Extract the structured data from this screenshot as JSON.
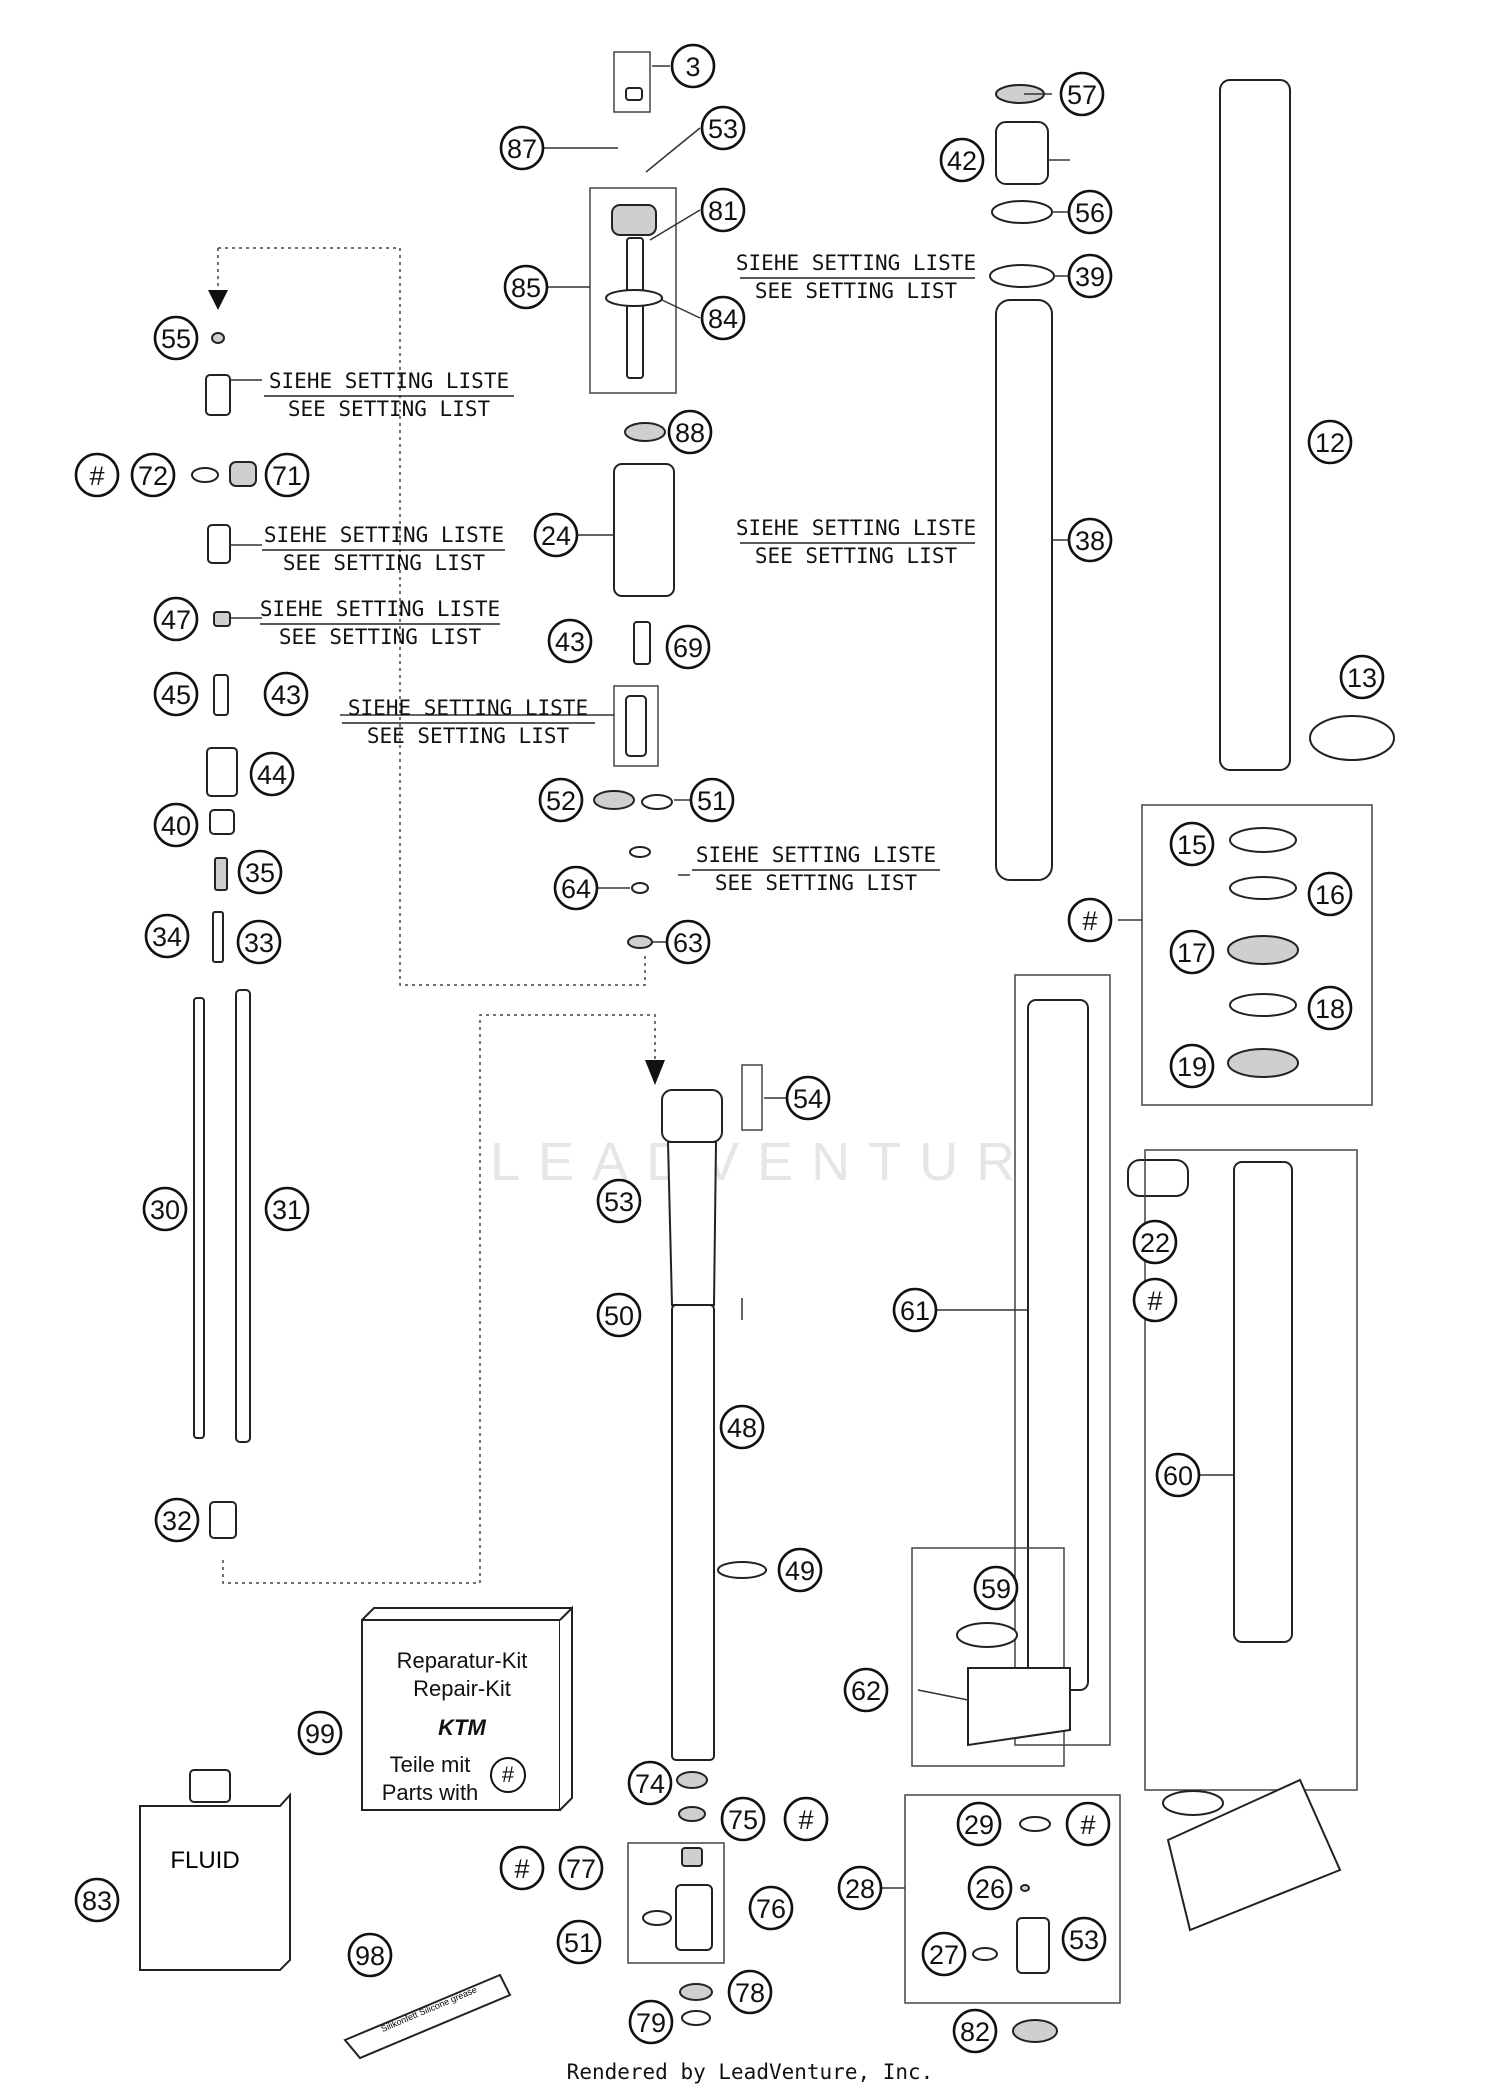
{
  "setting_note": {
    "line_de": "SIEHE SETTING LISTE",
    "line_en": "SEE SETTING LIST"
  },
  "repair_kit": {
    "title_de": "Reparatur-Kit",
    "title_en": "Repair-Kit",
    "logo_text": "KTM",
    "parts_de": "Teile mit",
    "parts_en": "Parts with",
    "mark": "#"
  },
  "fluid_label": "FLUID",
  "grease_label": "Silikonfett Silicone grease",
  "watermark": "LEADVENTURE",
  "footer": "Rendered by LeadVenture, Inc.",
  "callouts": [
    "3",
    "87",
    "53",
    "81",
    "85",
    "84",
    "88",
    "24",
    "43",
    "69",
    "52",
    "51",
    "64",
    "63",
    "54",
    "53",
    "50",
    "48",
    "49",
    "74",
    "75",
    "#",
    "#",
    "77",
    "76",
    "51",
    "78",
    "79",
    "98",
    "99",
    "83",
    "57",
    "42",
    "56",
    "39",
    "38",
    "12",
    "13",
    "#",
    "15",
    "16",
    "17",
    "18",
    "19",
    "61",
    "59",
    "62",
    "22",
    "#",
    "60",
    "28",
    "29",
    "#",
    "26",
    "27",
    "53",
    "82",
    "55",
    "#",
    "72",
    "71",
    "47",
    "45",
    "43",
    "44",
    "40",
    "35",
    "34",
    "33",
    "30",
    "31",
    "32"
  ]
}
